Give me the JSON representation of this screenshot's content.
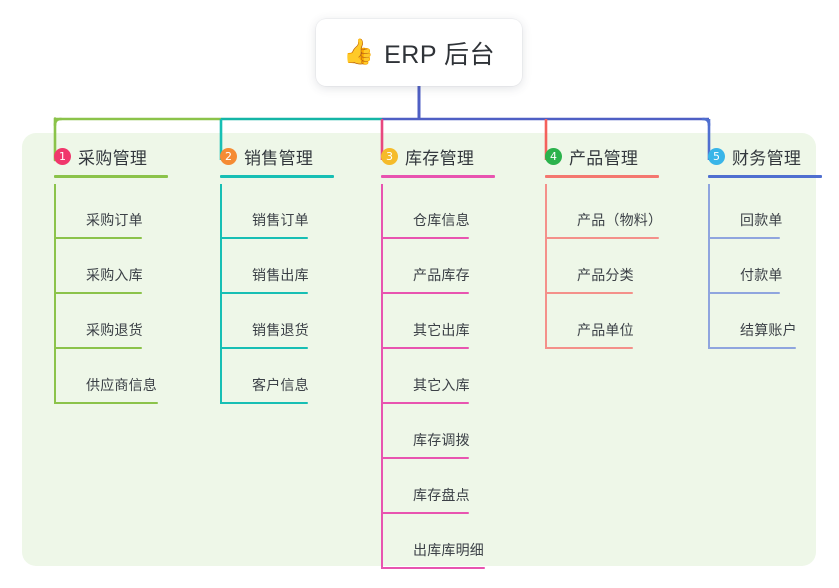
{
  "canvas": {
    "background": "#ffffff",
    "panel_color": "#eef7e8"
  },
  "root": {
    "emoji": "👍",
    "emoji_name": "thumbs-up-icon",
    "title": "ERP 后台",
    "stem_color": "#4f5fc4"
  },
  "bus": {
    "segments": [
      {
        "from": "col1",
        "to": "col2",
        "color": "#8bc34a"
      },
      {
        "from": "col2",
        "to": "col3",
        "color": "#14b5a6"
      },
      {
        "from": "col3",
        "to": "col5",
        "color": "#4f5fc4"
      }
    ]
  },
  "columns": [
    {
      "index": "1",
      "badge": "1",
      "badge_color": "#f0376c",
      "label": "采购管理",
      "rule_color": "#8bc34a",
      "line_color": "#8bc34a",
      "drop_color": "#8bc34a",
      "head_rule_width": 114,
      "items": [
        {
          "label": "采购订单",
          "rule_width": 88
        },
        {
          "label": "采购入库",
          "rule_width": 88
        },
        {
          "label": "采购退货",
          "rule_width": 88
        },
        {
          "label": "供应商信息",
          "rule_width": 104
        }
      ]
    },
    {
      "index": "2",
      "badge": "2",
      "badge_color": "#f58b33",
      "label": "销售管理",
      "rule_color": "#17bfb4",
      "line_color": "#17bfb4",
      "drop_color": "#17bfb4",
      "head_rule_width": 114,
      "items": [
        {
          "label": "销售订单",
          "rule_width": 88
        },
        {
          "label": "销售出库",
          "rule_width": 88
        },
        {
          "label": "销售退货",
          "rule_width": 88
        },
        {
          "label": "客户信息",
          "rule_width": 88
        }
      ]
    },
    {
      "index": "3",
      "badge": "3",
      "badge_color": "#f5bb2a",
      "label": "库存管理",
      "rule_color": "#e854b0",
      "line_color": "#e854b0",
      "drop_color": "#e8477f",
      "head_rule_width": 114,
      "items": [
        {
          "label": "仓库信息",
          "rule_width": 88
        },
        {
          "label": "产品库存",
          "rule_width": 88
        },
        {
          "label": "其它出库",
          "rule_width": 88
        },
        {
          "label": "其它入库",
          "rule_width": 88
        },
        {
          "label": "库存调拨",
          "rule_width": 88
        },
        {
          "label": "库存盘点",
          "rule_width": 88
        },
        {
          "label": "出库库明细",
          "rule_width": 104
        }
      ]
    },
    {
      "index": "4",
      "badge": "4",
      "badge_color": "#2bb24c",
      "label": "产品管理",
      "rule_color": "#f4776f",
      "line_color": "#f4908a",
      "drop_color": "#f4615c",
      "head_rule_width": 114,
      "items": [
        {
          "label": "产品（物料）",
          "rule_width": 114
        },
        {
          "label": "产品分类",
          "rule_width": 88
        },
        {
          "label": "产品单位",
          "rule_width": 88
        }
      ]
    },
    {
      "index": "5",
      "badge": "5",
      "badge_color": "#39b5e8",
      "label": "财务管理",
      "rule_color": "#4f6fd0",
      "line_color": "#8fa5de",
      "drop_color": "#4f6fd0",
      "head_rule_width": 114,
      "items": [
        {
          "label": "回款单",
          "rule_width": 72
        },
        {
          "label": "付款单",
          "rule_width": 72
        },
        {
          "label": "结算账户",
          "rule_width": 88
        }
      ]
    }
  ]
}
